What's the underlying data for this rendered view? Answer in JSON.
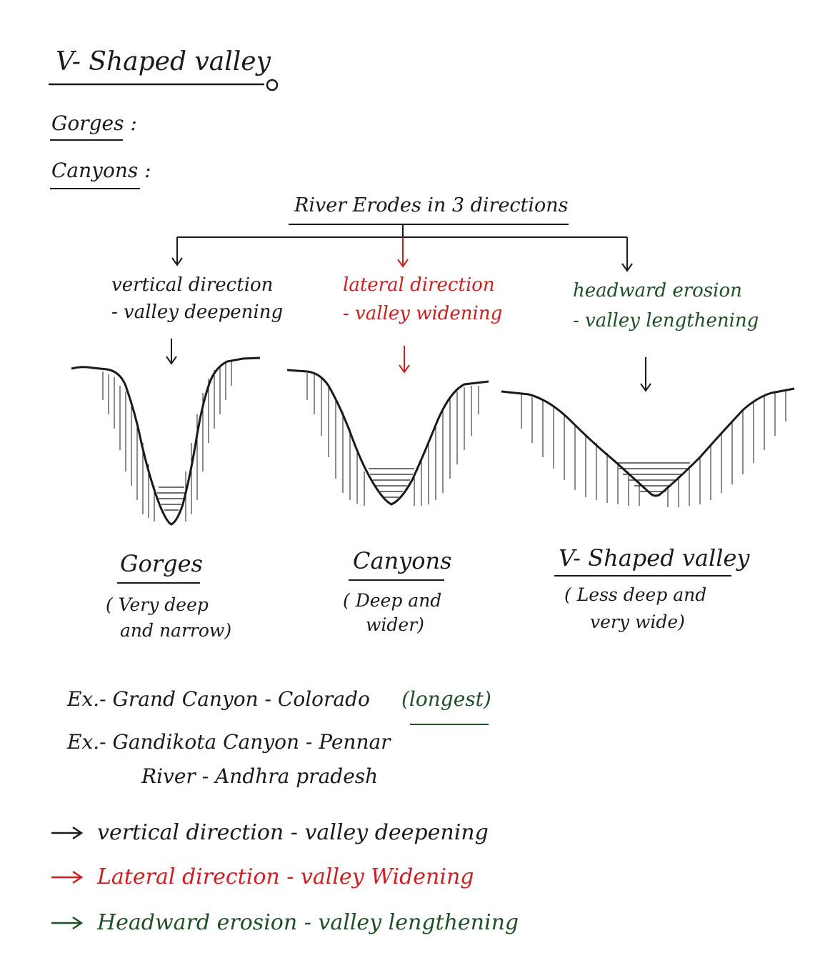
{
  "title": "V- Shaped valley",
  "headings": {
    "gorges": "Gorges :",
    "canyons": "Canyons :"
  },
  "root": "River Erodes in 3 directions",
  "branches": [
    {
      "line1": "vertical direction",
      "line2": "- valley deepening",
      "color": "#1a1a1a"
    },
    {
      "line1": "lateral direction",
      "line2": "- valley widening",
      "color": "#cc1f1f"
    },
    {
      "line1": "headward erosion",
      "line2": "- valley lengthening",
      "color": "#1f4f25"
    }
  ],
  "valleys": [
    {
      "name": "Gorges",
      "desc1": "( Very deep",
      "desc2": "and narrow)"
    },
    {
      "name": "Canyons",
      "desc1": "( Deep and",
      "desc2": "wider)"
    },
    {
      "name": "V- Shaped valley",
      "desc1": "( Less deep and",
      "desc2": "very wide)"
    }
  ],
  "examples": {
    "ex1": "Ex.-  Grand Canyon - Colorado",
    "ex1_tag": "(longest)",
    "ex2": "Ex.-  Gandikota Canyon - Pennar",
    "ex2_cont": "River - Andhra pradesh"
  },
  "summary": [
    {
      "text": "vertical direction - valley deepening",
      "color": "#1a1a1a"
    },
    {
      "text": "Lateral direction - valley Widening",
      "color": "#cc1f1f"
    },
    {
      "text": "Headward erosion - valley lengthening",
      "color": "#1f4f25"
    }
  ]
}
